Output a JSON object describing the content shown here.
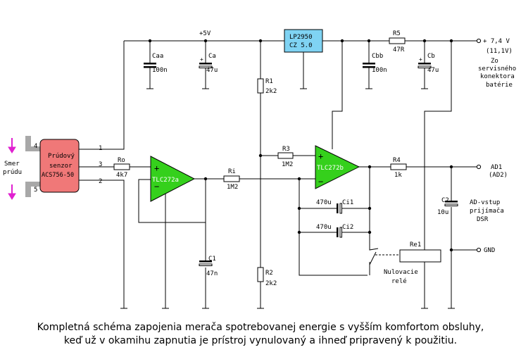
{
  "supply": {
    "plus5v": "+5V",
    "vbat": "+ 7,4 V",
    "vbat_alt": "(11,1V)",
    "source_lines": [
      "Zo",
      "servisného",
      "konektora",
      "batérie"
    ]
  },
  "regulator": {
    "line1": "LP2950",
    "line2": "CZ 5.0"
  },
  "sensor": {
    "lines": [
      "Prúdový",
      "senzor",
      "ACS756-50"
    ],
    "pins": [
      "4",
      "5",
      "1",
      "3",
      "2"
    ],
    "direction_lines": [
      "Smer",
      "prúdu"
    ]
  },
  "opamps": {
    "a": "TLC272a",
    "b": "TLC272b"
  },
  "components": {
    "caa": {
      "name": "Caa",
      "value": "100n"
    },
    "ca": {
      "name": "Ca",
      "value": "47u"
    },
    "r1": {
      "name": "R1",
      "value": "2k2"
    },
    "r2": {
      "name": "R2",
      "value": "2k2"
    },
    "r3": {
      "name": "R3",
      "value": "1M2"
    },
    "r4": {
      "name": "R4",
      "value": "1k"
    },
    "r5": {
      "name": "R5",
      "value": "47R"
    },
    "cbb": {
      "name": "Cbb",
      "value": "100n"
    },
    "cb": {
      "name": "Cb",
      "value": "47u"
    },
    "ro": {
      "name": "Ro",
      "value": "4k7"
    },
    "ri": {
      "name": "Ri",
      "value": "1M2"
    },
    "c1": {
      "name": "C1",
      "value": "47n"
    },
    "ci1": {
      "name": "Ci1",
      "value": "470u"
    },
    "ci2": {
      "name": "Ci2",
      "value": "470u"
    },
    "c2": {
      "name": "C2",
      "value": "10u"
    },
    "re1": {
      "name": "Re1"
    }
  },
  "relay_label": [
    "Nulovacie",
    "relé"
  ],
  "outputs": {
    "ad1": "AD1",
    "ad2": "(AD2)",
    "ad_desc": [
      "AD-vstup",
      "prijímača",
      "DSR"
    ],
    "gnd": "GND"
  },
  "caption": {
    "line1": "Kompletná schéma zapojenia merača spotrebovanej energie s vyšším komfortom obsluhy,",
    "line2": "keď už v okamihu zapnutia je prístroj vynulovaný a ihneď pripravený k použitiu."
  }
}
